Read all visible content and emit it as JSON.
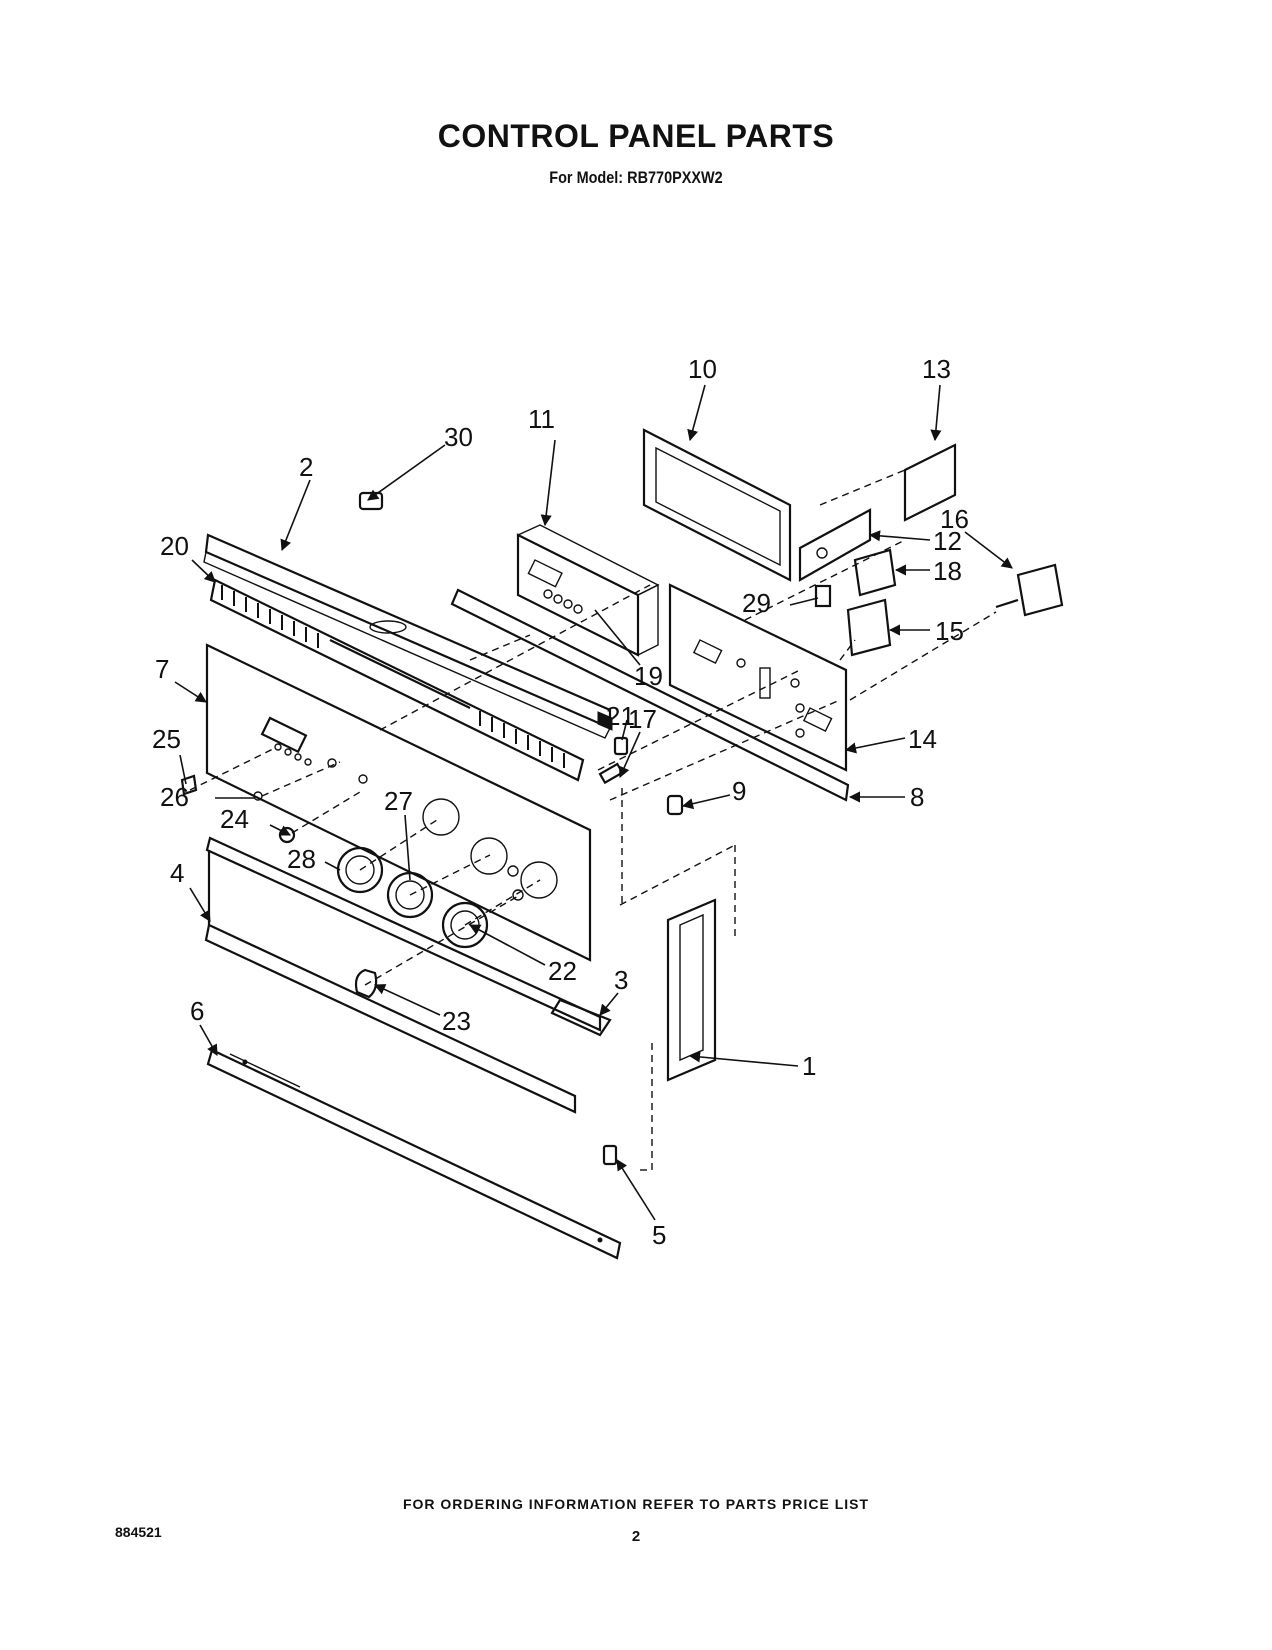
{
  "title": "CONTROL PANEL PARTS",
  "subtitle": "For Model: RB770PXXW2",
  "callouts": [
    "1",
    "2",
    "3",
    "4",
    "5",
    "6",
    "7",
    "8",
    "9",
    "10",
    "11",
    "12",
    "13",
    "14",
    "15",
    "16",
    "17",
    "18",
    "19",
    "20",
    "21",
    "22",
    "23",
    "24",
    "25",
    "26",
    "27",
    "28",
    "29",
    "30"
  ],
  "footer": {
    "ordering": "FOR ORDERING INFORMATION REFER TO PARTS PRICE LIST",
    "doc_number": "884521",
    "page_number": "2"
  }
}
